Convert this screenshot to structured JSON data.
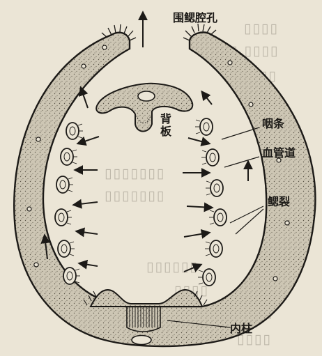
{
  "labels": {
    "atriopore": "围鳃腔孔",
    "hyperpharyngeal_groove": "背板",
    "gill_bar": "咽条",
    "blood_vessel": "血管道",
    "gill_slit": "鳃裂",
    "endostyle": "内柱"
  },
  "colors": {
    "ink": "#1c1a17",
    "paper": "#ebe5d6",
    "body_fill": "#cdc6b4",
    "bleed_text": "#bcb6a8"
  },
  "icons": {
    "arrow": "water-flow-arrow",
    "cilia": "cilia-fringe"
  }
}
